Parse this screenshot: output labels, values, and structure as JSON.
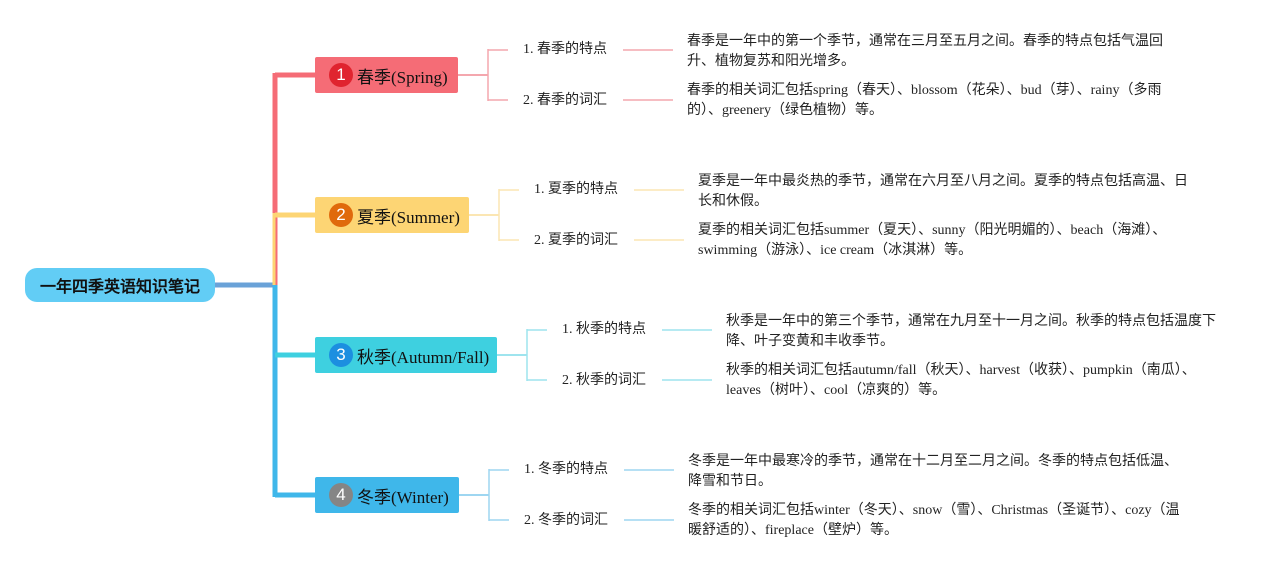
{
  "root": {
    "label": "一年四季英语知识笔记",
    "color": "#62cdf5"
  },
  "seasons": [
    {
      "badge": "1",
      "label": "春季(Spring)",
      "color": "#f56c76",
      "badge_color": "#e0242f",
      "line_color": "#f4a7ae",
      "subs": [
        {
          "label": "1. 春季的特点",
          "note": "春季是一年中的第一个季节，通常在三月至五月之间。春季的特点包括气温回升、植物复苏和阳光增多。"
        },
        {
          "label": "2. 春季的词汇",
          "note": "春季的相关词汇包括spring（春天）、blossom（花朵）、bud（芽）、rainy（多雨的）、greenery（绿色植物）等。"
        }
      ]
    },
    {
      "badge": "2",
      "label": "夏季(Summer)",
      "color": "#fdd574",
      "badge_color": "#e06a0c",
      "line_color": "#fbe6b3",
      "subs": [
        {
          "label": "1. 夏季的特点",
          "note": "夏季是一年中最炎热的季节，通常在六月至八月之间。夏季的特点包括高温、日长和休假。"
        },
        {
          "label": "2. 夏季的词汇",
          "note": "夏季的相关词汇包括summer（夏天）、sunny（阳光明媚的）、beach（海滩）、swimming（游泳）、ice cream（冰淇淋）等。"
        }
      ]
    },
    {
      "badge": "3",
      "label": "秋季(Autumn/Fall)",
      "color": "#3ed0e0",
      "badge_color": "#1c8fe0",
      "line_color": "#9ee4ee",
      "subs": [
        {
          "label": "1. 秋季的特点",
          "note": "秋季是一年中的第三个季节，通常在九月至十一月之间。秋季的特点包括温度下降、叶子变黄和丰收季节。"
        },
        {
          "label": "2. 秋季的词汇",
          "note": "秋季的相关词汇包括autumn/fall（秋天）、harvest（收获）、pumpkin（南瓜）、leaves（树叶）、cool（凉爽的）等。"
        }
      ]
    },
    {
      "badge": "4",
      "label": "冬季(Winter)",
      "color": "#3fb7ea",
      "badge_color": "#858585",
      "line_color": "#9ed6f1",
      "subs": [
        {
          "label": "1. 冬季的特点",
          "note": "冬季是一年中最寒冷的季节，通常在十二月至二月之间。冬季的特点包括低温、降雪和节日。"
        },
        {
          "label": "2. 冬季的词汇",
          "note": "冬季的相关词汇包括winter（冬天）、snow（雪）、Christmas（圣诞节）、cozy（温暖舒适的）、fireplace（壁炉）等。"
        }
      ]
    }
  ]
}
